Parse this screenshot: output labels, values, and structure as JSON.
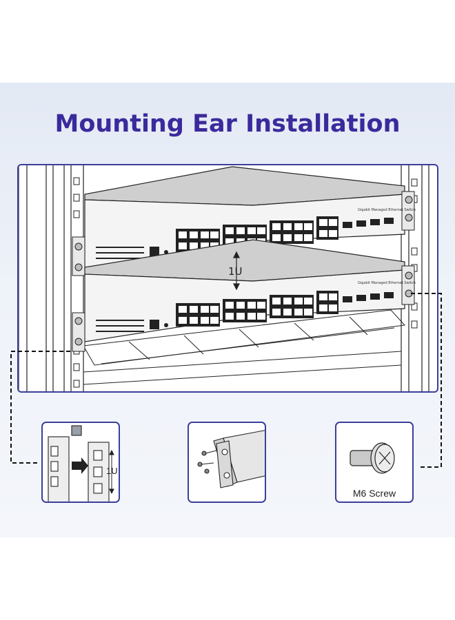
{
  "title": "Mounting Ear Installation",
  "main_figure": {
    "rack_unit_label": "1U",
    "switch_label": "Gigabit Managed Ethernet Switch"
  },
  "steps": [
    {
      "icon": "rack-rail-cage-nut-icon",
      "rack_unit_label": "1U"
    },
    {
      "icon": "mounting-ear-bracket-icon"
    },
    {
      "icon": "m6-screw-icon",
      "label": "M6 Screw"
    }
  ],
  "colors": {
    "title": "#3b2a9c",
    "frame_border": "#3a3f9a",
    "background_gradient_top": "#e3e9f4"
  }
}
